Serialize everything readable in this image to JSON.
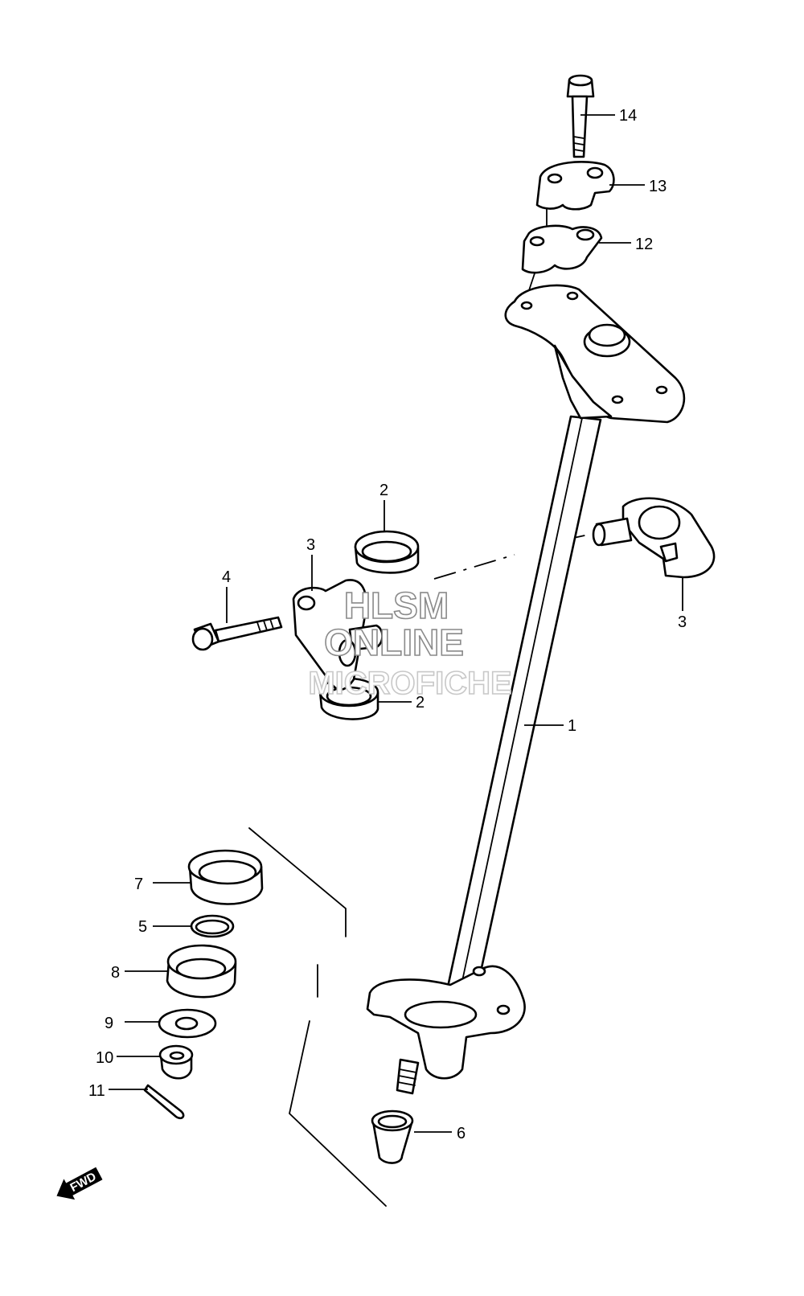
{
  "callouts": {
    "c1": "1",
    "c2a": "2",
    "c2b": "2",
    "c3a": "3",
    "c3b": "3",
    "c4": "4",
    "c5": "5",
    "c6": "6",
    "c7": "7",
    "c8": "8",
    "c9": "9",
    "c10": "10",
    "c11": "11",
    "c12": "12",
    "c13": "13",
    "c14": "14"
  },
  "watermark": {
    "line1": "HLSM",
    "line2": "ONLINE",
    "line3": "MICROFICHE"
  },
  "direction_badge": {
    "label": "FWD"
  }
}
